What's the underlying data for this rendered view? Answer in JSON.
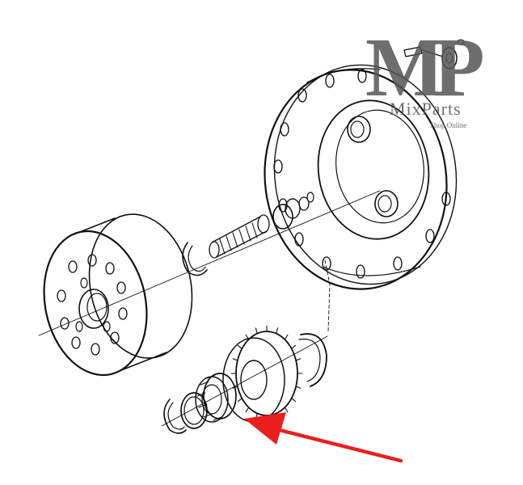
{
  "logo": {
    "letters": "MP",
    "name": "MixParts",
    "tagline": "Shop Online",
    "color": "#555555",
    "opacity": 0.85
  },
  "callout": {
    "arrow_color": "#e8201d",
    "points_to": "needle-roller-bearing"
  },
  "colors": {
    "line_art": "#111111",
    "background": "#ffffff"
  }
}
